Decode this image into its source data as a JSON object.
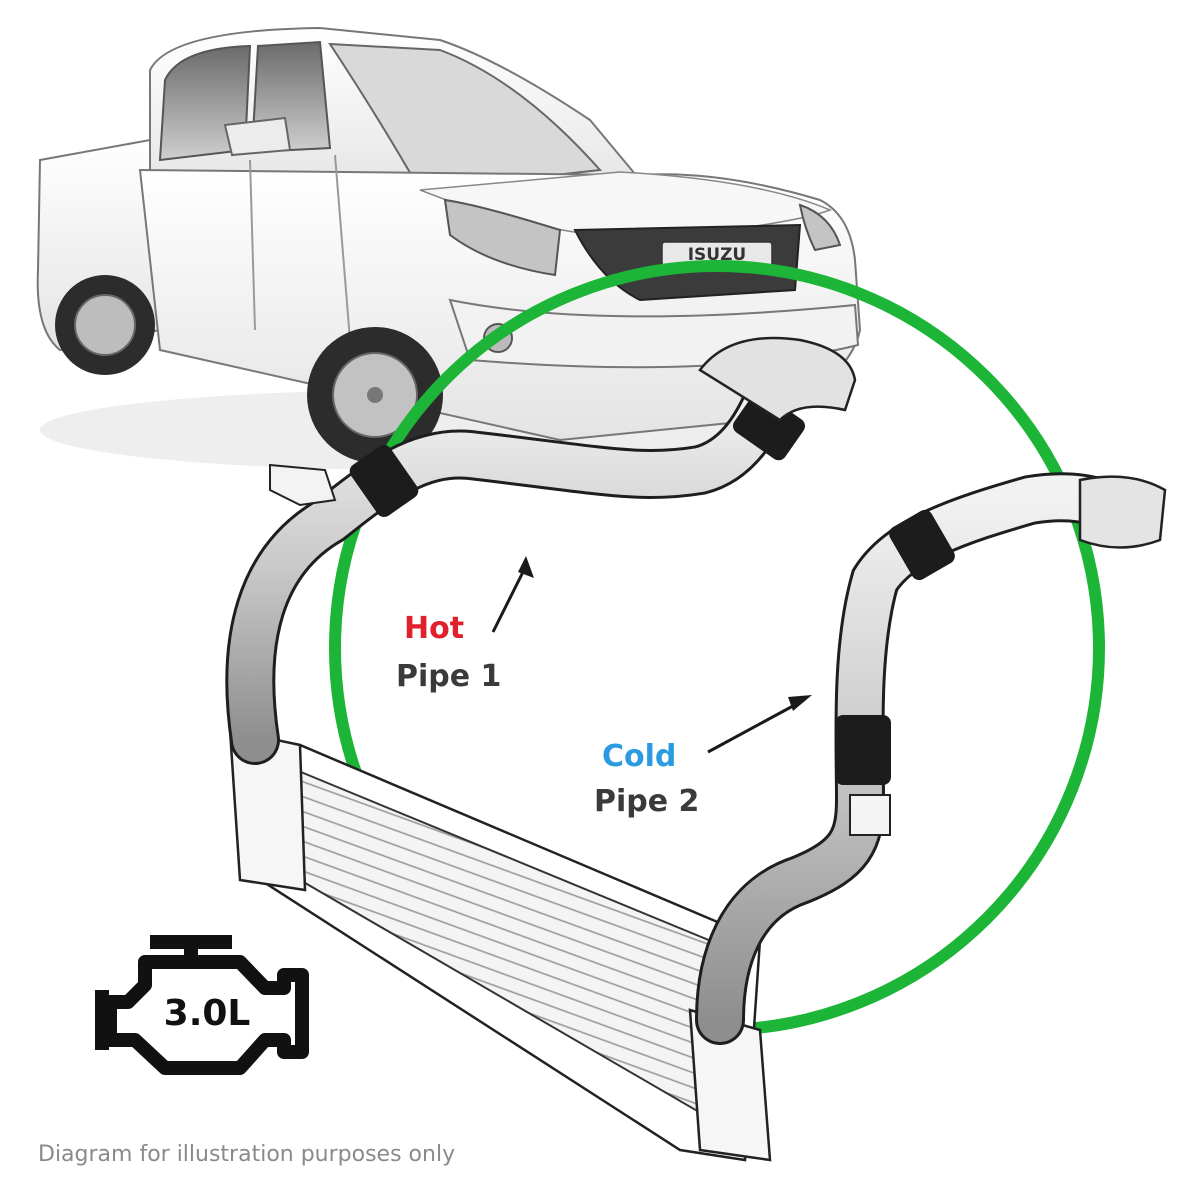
{
  "colors": {
    "ring": "#1db537",
    "hot": "#e0202b",
    "cold": "#2a9be0",
    "text_dark": "#3a3a3a",
    "caption": "#8a8a8a"
  },
  "vehicle": {
    "badge": "ISUZU",
    "icon": "pickup-truck-illustration"
  },
  "labels": {
    "hot": "Hot",
    "pipe1": "Pipe 1",
    "cold": "Cold",
    "pipe2": "Pipe 2"
  },
  "engine": {
    "icon": "engine-icon",
    "displacement": "3.0L"
  },
  "disclaimer": "Diagram for illustration purposes only"
}
